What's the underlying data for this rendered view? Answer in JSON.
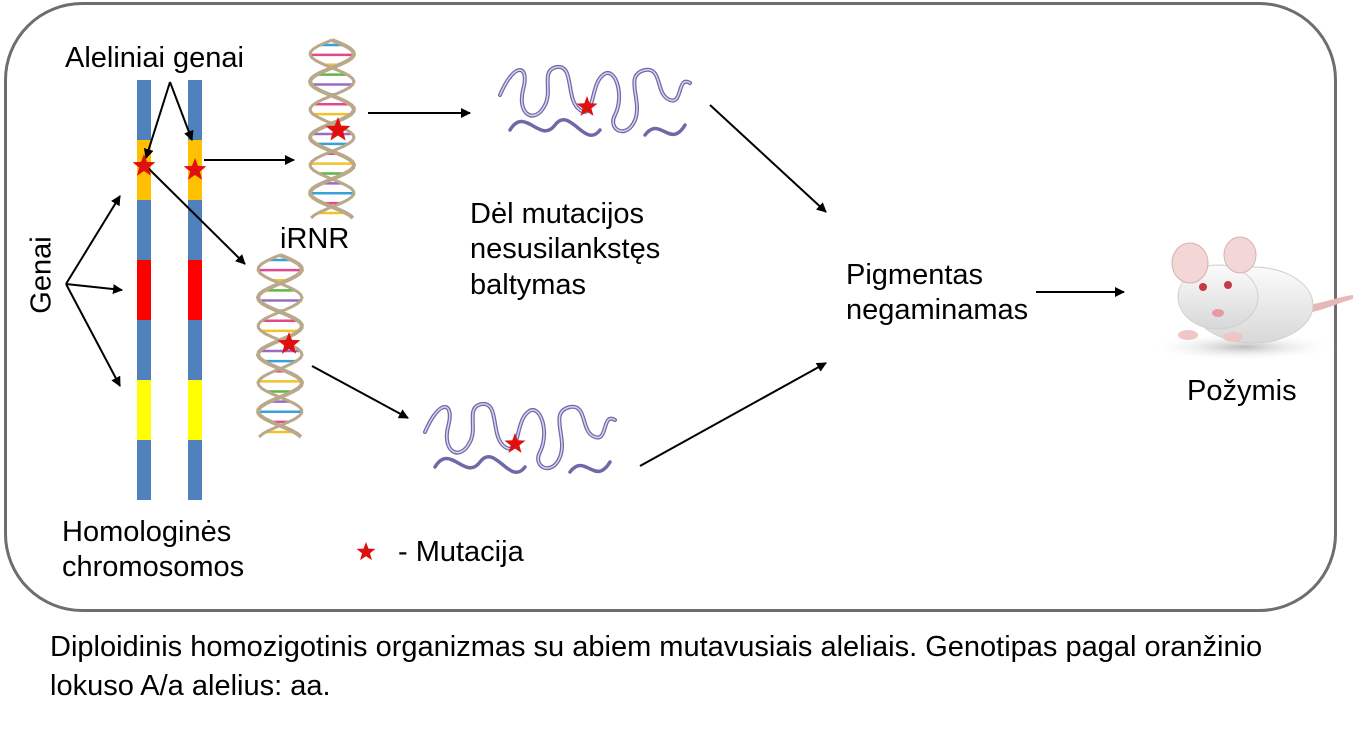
{
  "labels": {
    "aleliniai_genai": "Aleliniai genai",
    "genai": "Genai",
    "irnr": "iRNR",
    "protein_note": [
      "Dėl mutacijos",
      "nesusilankstęs",
      "baltymas"
    ],
    "pigmentas": [
      "Pigmentas",
      "negaminamas"
    ],
    "pozymis": "Požymis",
    "homologines": [
      "Homologinės",
      "chromosomos"
    ],
    "mutacija_legend": "- Mutacija"
  },
  "caption": "Diploidinis homozigotinis organizmas su abiem mutavusiais aleliais. Genotipas pagal oranžinio lokuso A/a alelius: aa.",
  "chromosome_segments": [
    {
      "gene": "none",
      "color": "#4f81bd"
    },
    {
      "gene": "A/a",
      "color": "#ffc000"
    },
    {
      "gene": "none",
      "color": "#4f81bd"
    },
    {
      "gene": "gene-2",
      "color": "#ff0000"
    },
    {
      "gene": "none",
      "color": "#4f81bd"
    },
    {
      "gene": "gene-3",
      "color": "#ffff00"
    },
    {
      "gene": "none",
      "color": "#4f81bd"
    }
  ],
  "colors": {
    "frame": "#6e6e6e",
    "mutation_star": "#e01010",
    "protein_ribbon": "#6e6aa8",
    "rna_backbone": "#b9a98a"
  },
  "icons": {
    "mutation": "red-star-icon",
    "mrna": "rna-helix-icon",
    "protein": "misfolded-protein-icon",
    "organism": "white-mouse-icon"
  }
}
